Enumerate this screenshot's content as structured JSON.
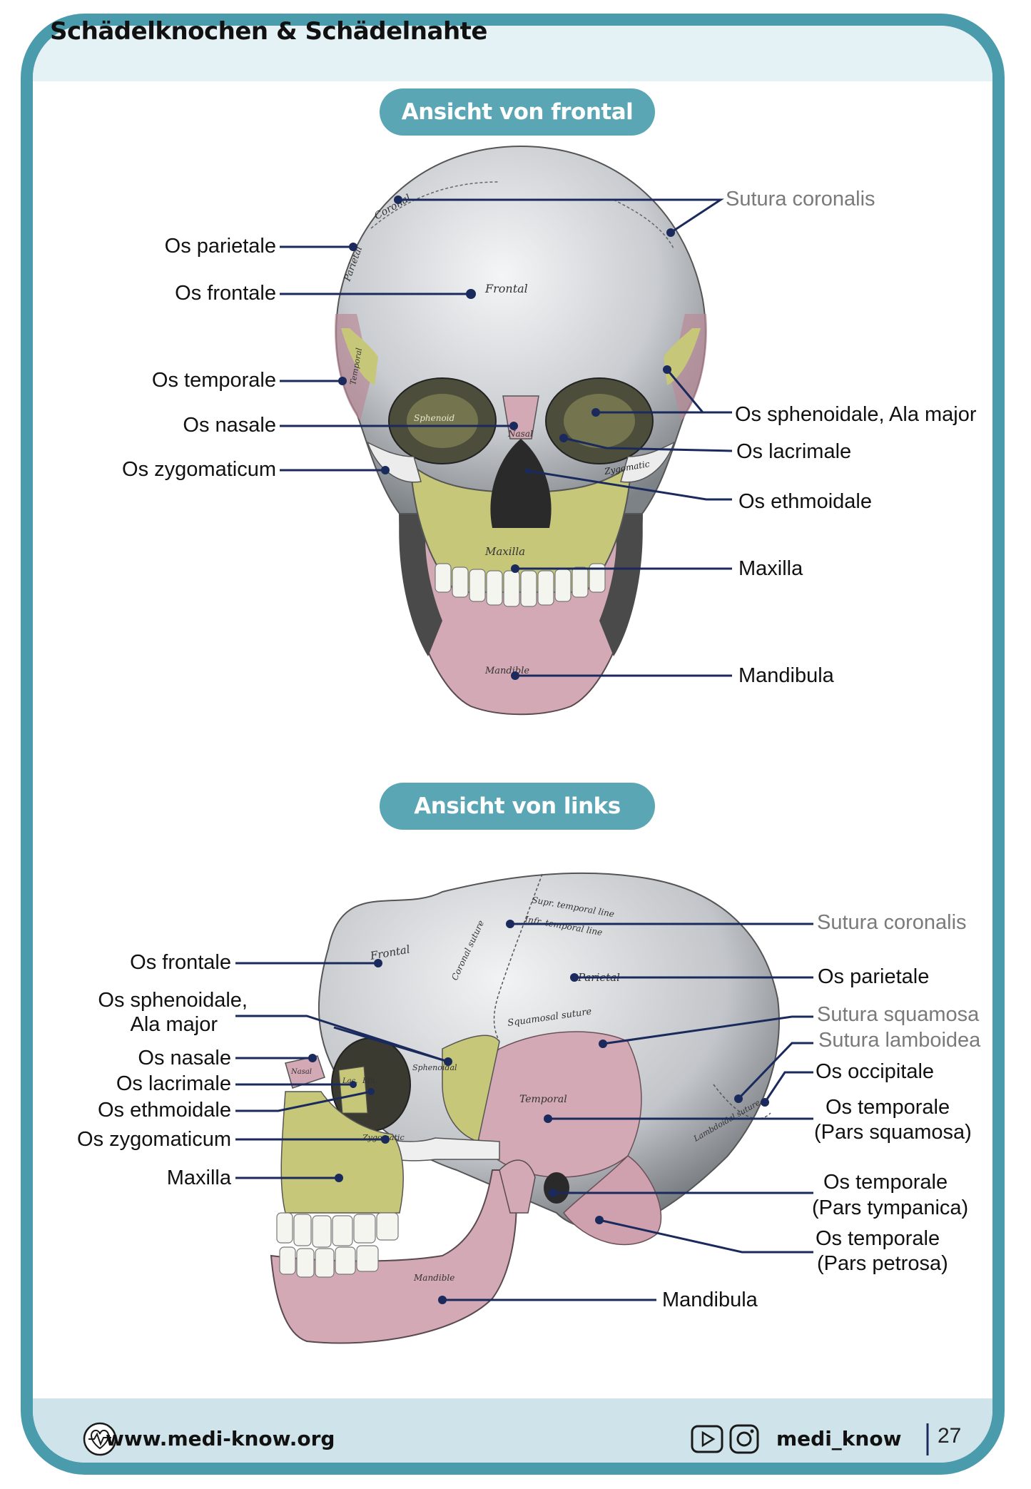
{
  "title": "Schädelknochen & Schädelnahte",
  "sections": {
    "frontal": {
      "heading": "Ansicht von frontal"
    },
    "left": {
      "heading": "Ansicht von links"
    }
  },
  "frontal_labels": {
    "os_parietale": "Os parietale",
    "os_frontale": "Os frontale",
    "os_temporale": "Os temporale",
    "os_nasale": "Os nasale",
    "os_zygomaticum": "Os zygomaticum",
    "sutura_coronalis": "Sutura coronalis",
    "os_sphenoidale": "Os sphenoidale, Ala major",
    "os_lacrimale": "Os lacrimale",
    "os_ethmoidale": "Os ethmoidale",
    "maxilla": "Maxilla",
    "mandibula": "Mandibula"
  },
  "frontal_engraved": {
    "frontal": "Frontal",
    "coronal": "Coronal",
    "parietal": "Parietal",
    "nasal": "Nasal",
    "sphenoid": "Sphenoid",
    "zygomatic": "Zygomatic",
    "maxilla": "Maxilla",
    "mandible": "Mandible",
    "temporal": "Temporal"
  },
  "left_labels": {
    "os_frontale": "Os frontale",
    "os_sphenoidale_1": "Os sphenoidale,",
    "os_sphenoidale_2": "Ala major",
    "os_nasale": "Os nasale",
    "os_lacrimale": "Os lacrimale",
    "os_ethmoidale": "Os ethmoidale",
    "os_zygomaticum": "Os zygomaticum",
    "maxilla": "Maxilla",
    "sutura_coronalis": "Sutura coronalis",
    "os_parietale": "Os parietale",
    "sutura_squamosa": "Sutura squamosa",
    "sutura_lamboidea": "Sutura lamboidea",
    "os_occipitale": "Os occipitale",
    "temporale_squamosa_1": "Os temporale",
    "temporale_squamosa_2": "(Pars squamosa)",
    "temporale_tympanica_1": "Os temporale",
    "temporale_tympanica_2": "(Pars tympanica)",
    "temporale_petrosa_1": "Os temporale",
    "temporale_petrosa_2": "(Pars petrosa)",
    "mandibula": "Mandibula"
  },
  "left_engraved": {
    "frontal": "Frontal",
    "parietal": "Parietal",
    "temporal": "Temporal",
    "squamosal_suture": "Squamosal suture",
    "coronal_suture": "Coronal suture",
    "sup_temporal_line": "Supr. temporal line",
    "infr_temporal_line": "Infr. temporal line",
    "sphenoidal": "Sphenoidal",
    "zygomatic": "Zygomatic",
    "nasal": "Nasal",
    "lacrimal": "Lac.",
    "ethmoid": "Eth.",
    "mandible": "Mandible",
    "lambdoidal": "Lambdoidal suture"
  },
  "footer": {
    "url": "www.medi-know.org",
    "handle": "medi_know",
    "page": "27"
  },
  "icons": [
    "heartbeat-logo-icon",
    "youtube-icon",
    "instagram-icon"
  ],
  "colors": {
    "frame": "#4a9bac",
    "pill": "#5aa6b4",
    "leader": "#1a2a5c",
    "maxilla_yellow": "#c7c77a",
    "mandible_pink": "#d4a9b6",
    "bone_gray": "#c9ccd0",
    "footer_band": "#cfe3ea"
  }
}
